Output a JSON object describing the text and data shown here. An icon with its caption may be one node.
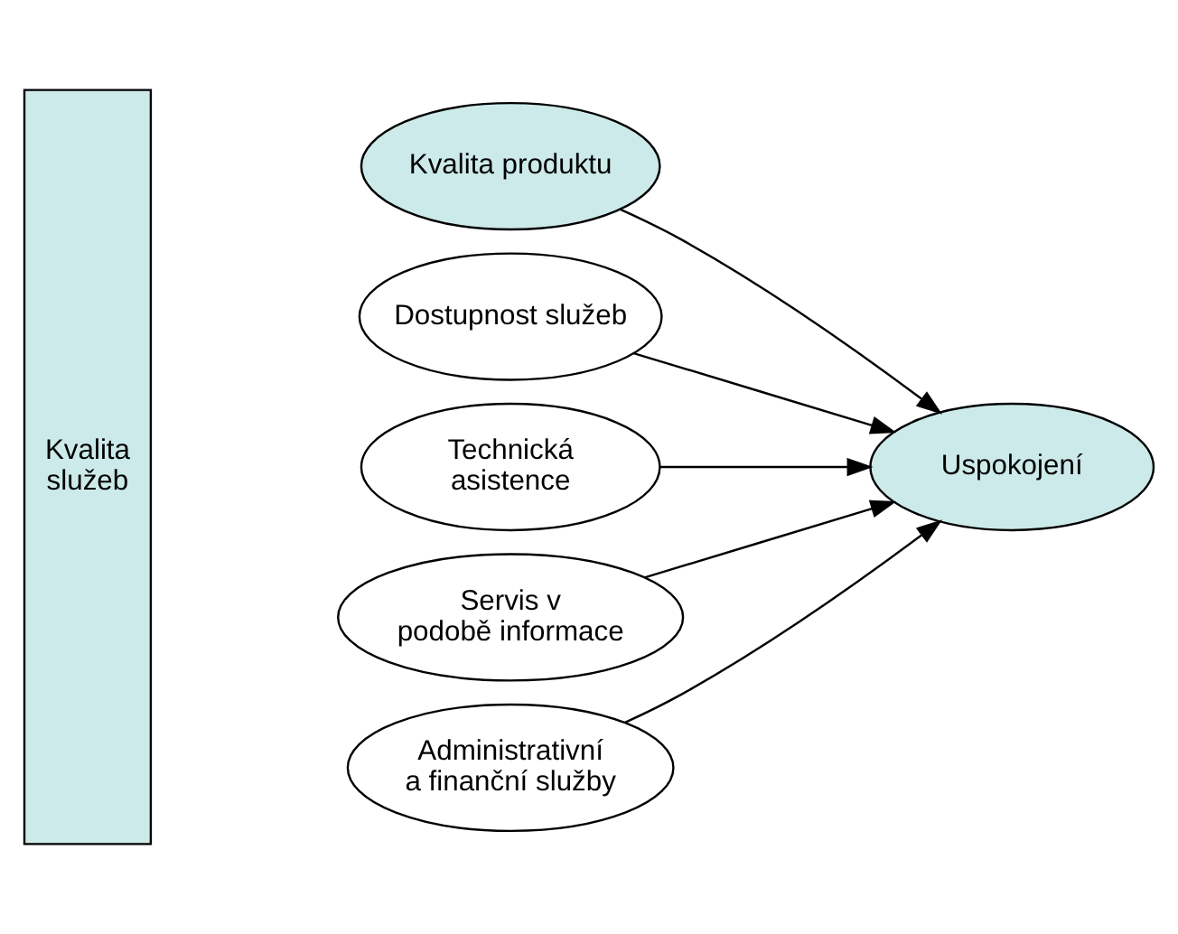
{
  "diagram": {
    "nodes": [
      {
        "text": [
          "Kvalita produktu"
        ]
      },
      {
        "text": [
          "Kvalita služeb"
        ]
      },
      {
        "text": [
          "Dostupnost služeb"
        ]
      },
      {
        "text": [
          "Technická asistence"
        ]
      },
      {
        "text": [
          "Servis v podobě informace"
        ]
      },
      {
        "text": [
          "Administrativní a finanční služby"
        ]
      },
      {
        "text": [
          "Uspokojení"
        ]
      }
    ],
    "edges": [
      {
        "from": 0,
        "to": 6,
        "arrow": "to"
      },
      {
        "from": 2,
        "to": 6,
        "arrow": "to"
      },
      {
        "from": 3,
        "to": 6,
        "arrow": "to"
      },
      {
        "from": 4,
        "to": 6,
        "arrow": "to"
      },
      {
        "from": 5,
        "to": 6,
        "arrow": "to"
      }
    ]
  }
}
